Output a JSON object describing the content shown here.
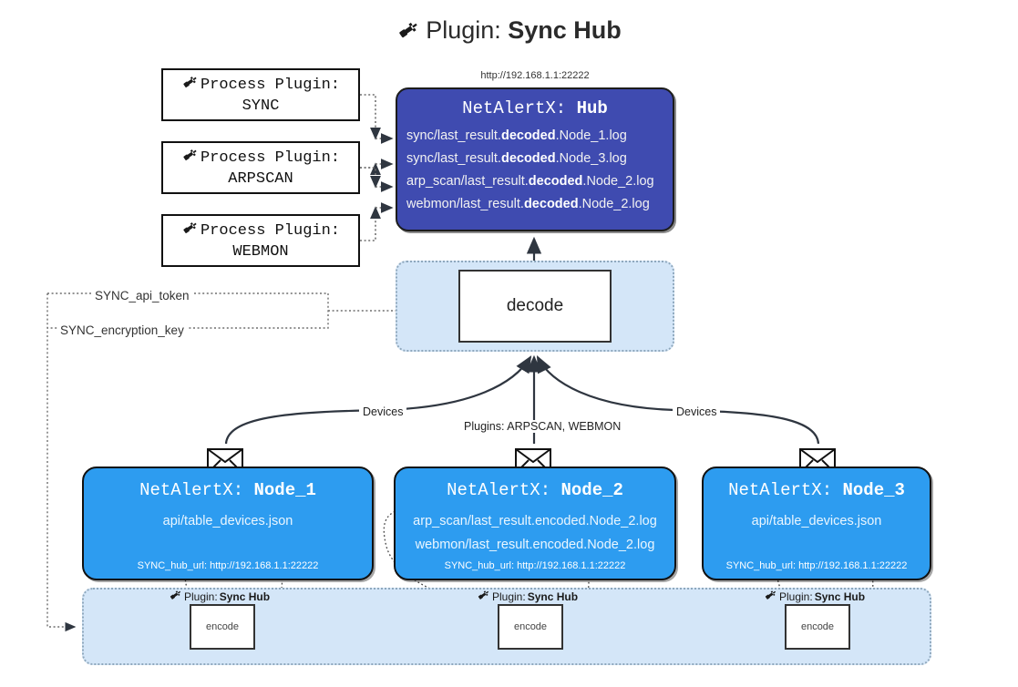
{
  "title": {
    "icon": "plug-icon",
    "prefix": "Plugin: ",
    "name": "Sync Hub"
  },
  "hub": {
    "url": "http://192.168.1.1:22222",
    "title_prefix": "NetAlertX: ",
    "title_name": "Hub",
    "logs": [
      {
        "pre": "sync/last_result.",
        "mid": "decoded",
        "post": ".Node_1.log"
      },
      {
        "pre": "sync/last_result.",
        "mid": "decoded",
        "post": ".Node_3.log"
      },
      {
        "pre": "arp_scan/last_result.",
        "mid": "decoded",
        "post": ".Node_2.log"
      },
      {
        "pre": "webmon/last_result.",
        "mid": "decoded",
        "post": ".Node_2.log"
      }
    ]
  },
  "process_plugins": [
    {
      "icon": "plug-icon",
      "line1": "Process Plugin:",
      "line2": "SYNC"
    },
    {
      "icon": "plug-icon",
      "line1": "Process Plugin:",
      "line2": "ARPSCAN"
    },
    {
      "icon": "plug-icon",
      "line1": "Process Plugin:",
      "line2": "WEBMON"
    }
  ],
  "decode": {
    "label": "decode"
  },
  "secrets": [
    {
      "label": "SYNC_api_token"
    },
    {
      "label": "SYNC_encryption_key"
    }
  ],
  "edge_labels": {
    "devices_left": "Devices",
    "devices_right": "Devices",
    "plugins": "Plugins: ARPSCAN, WEBMON"
  },
  "nodes": [
    {
      "title_prefix": "NetAlertX: ",
      "title_name": "Node_1",
      "files": [
        "api/table_devices.json"
      ],
      "hub_url_label": "SYNC_hub_url: http://192.168.1.1:22222",
      "envelope_icon": "envelope-icon"
    },
    {
      "title_prefix": "NetAlertX: ",
      "title_name": "Node_2",
      "files": [
        "arp_scan/last_result.encoded.Node_2.log",
        "webmon/last_result.encoded.Node_2.log"
      ],
      "hub_url_label": "SYNC_hub_url: http://192.168.1.1:22222",
      "envelope_icon": "envelope-icon"
    },
    {
      "title_prefix": "NetAlertX: ",
      "title_name": "Node_3",
      "files": [
        "api/table_devices.json"
      ],
      "hub_url_label": "SYNC_hub_url: http://192.168.1.1:22222",
      "envelope_icon": "envelope-icon"
    }
  ],
  "encoders": [
    {
      "icon": "plug-icon",
      "label_prefix": "Plugin: ",
      "label_name": "Sync Hub",
      "box_label": "encode"
    },
    {
      "icon": "plug-icon",
      "label_prefix": "Plugin: ",
      "label_name": "Sync Hub",
      "box_label": "encode"
    },
    {
      "icon": "plug-icon",
      "label_prefix": "Plugin: ",
      "label_name": "Sync Hub",
      "box_label": "encode"
    }
  ],
  "colors": {
    "hub_fill": "#3f4bb0",
    "node_fill": "#2d9cf0",
    "panel_fill": "#d4e6f8",
    "stroke": "#333333",
    "background": "#ffffff"
  }
}
